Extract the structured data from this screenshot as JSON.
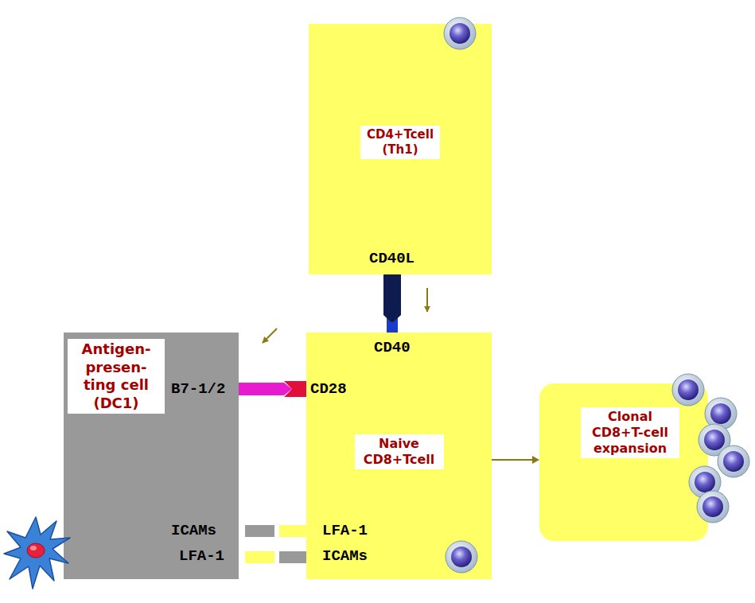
{
  "diagram": {
    "nodes": [
      {
        "text": [
          "CD4+Tcell (Th1)",
          "CD40L"
        ]
      },
      {
        "text": [
          "Antigen- presen- ting cell (DC1)",
          "B7-1/2",
          "ICAMs",
          "LFA-1"
        ]
      },
      {
        "text": [
          "CD40",
          "CD28",
          "Naive CD8+Tcell",
          "LFA-1",
          "ICAMs"
        ]
      },
      {
        "text": [
          "Clonal CD8+T-cell expansion"
        ]
      }
    ],
    "edges": [
      {
        "from": 0,
        "to": 2,
        "arrow": "to"
      },
      {
        "from": 1,
        "to": 2,
        "arrow": "to"
      },
      {
        "from": 2,
        "to": 3,
        "arrow": "to"
      }
    ]
  }
}
